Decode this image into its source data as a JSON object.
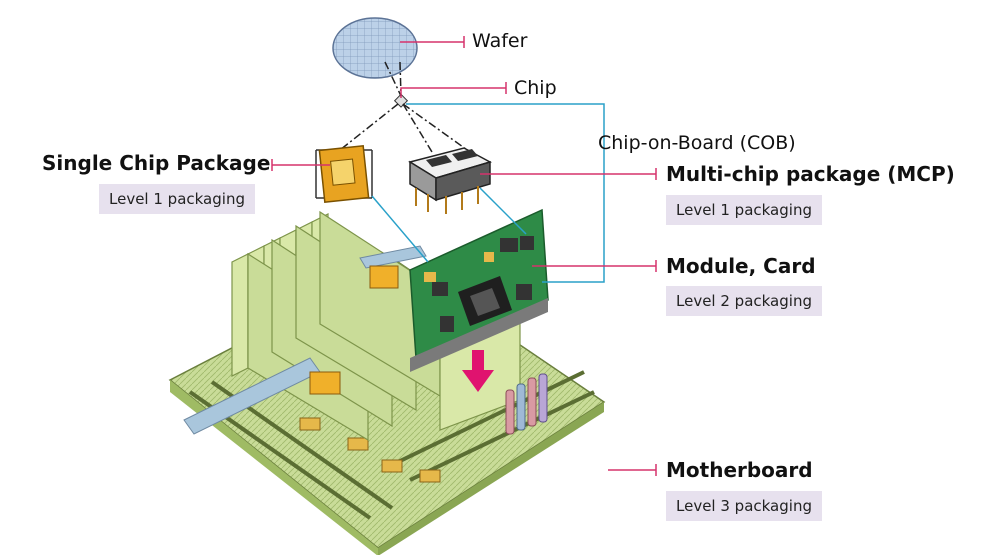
{
  "labels": {
    "wafer": "Wafer",
    "chip": "Chip",
    "cob": "Chip-on-Board (COB)",
    "single_chip_package": "Single Chip Package",
    "multi_chip_package": "Multi-chip package (MCP)",
    "module_card": "Module, Card",
    "motherboard": "Motherboard"
  },
  "badges": {
    "single_chip_level": "Level 1 packaging",
    "mcp_level": "Level 1 packaging",
    "module_level": "Level 2 packaging",
    "motherboard_level": "Level 3 packaging"
  },
  "colors": {
    "leader_line": "#d6336c",
    "cob_line": "#2aa1c9",
    "badge_bg": "#e7e1ee",
    "board_green": "#c2d98f",
    "pcb_green": "#2e8b47",
    "arrow": "#e0136f"
  }
}
